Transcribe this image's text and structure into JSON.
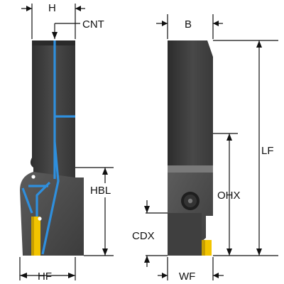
{
  "labels": {
    "h": "H",
    "cnt": "CNT",
    "hbl": "HBL",
    "hf": "HF",
    "b": "B",
    "lf": "LF",
    "ohx": "OHX",
    "cdx": "CDX",
    "wf": "WF"
  },
  "colors": {
    "body_dark": "#3a3a3a",
    "body_mid": "#4d4d4d",
    "body_light": "#6a6a6a",
    "coolant": "#2f8fdd",
    "insert": "#f2c400",
    "dimension": "#111111",
    "background": "#ffffff"
  }
}
